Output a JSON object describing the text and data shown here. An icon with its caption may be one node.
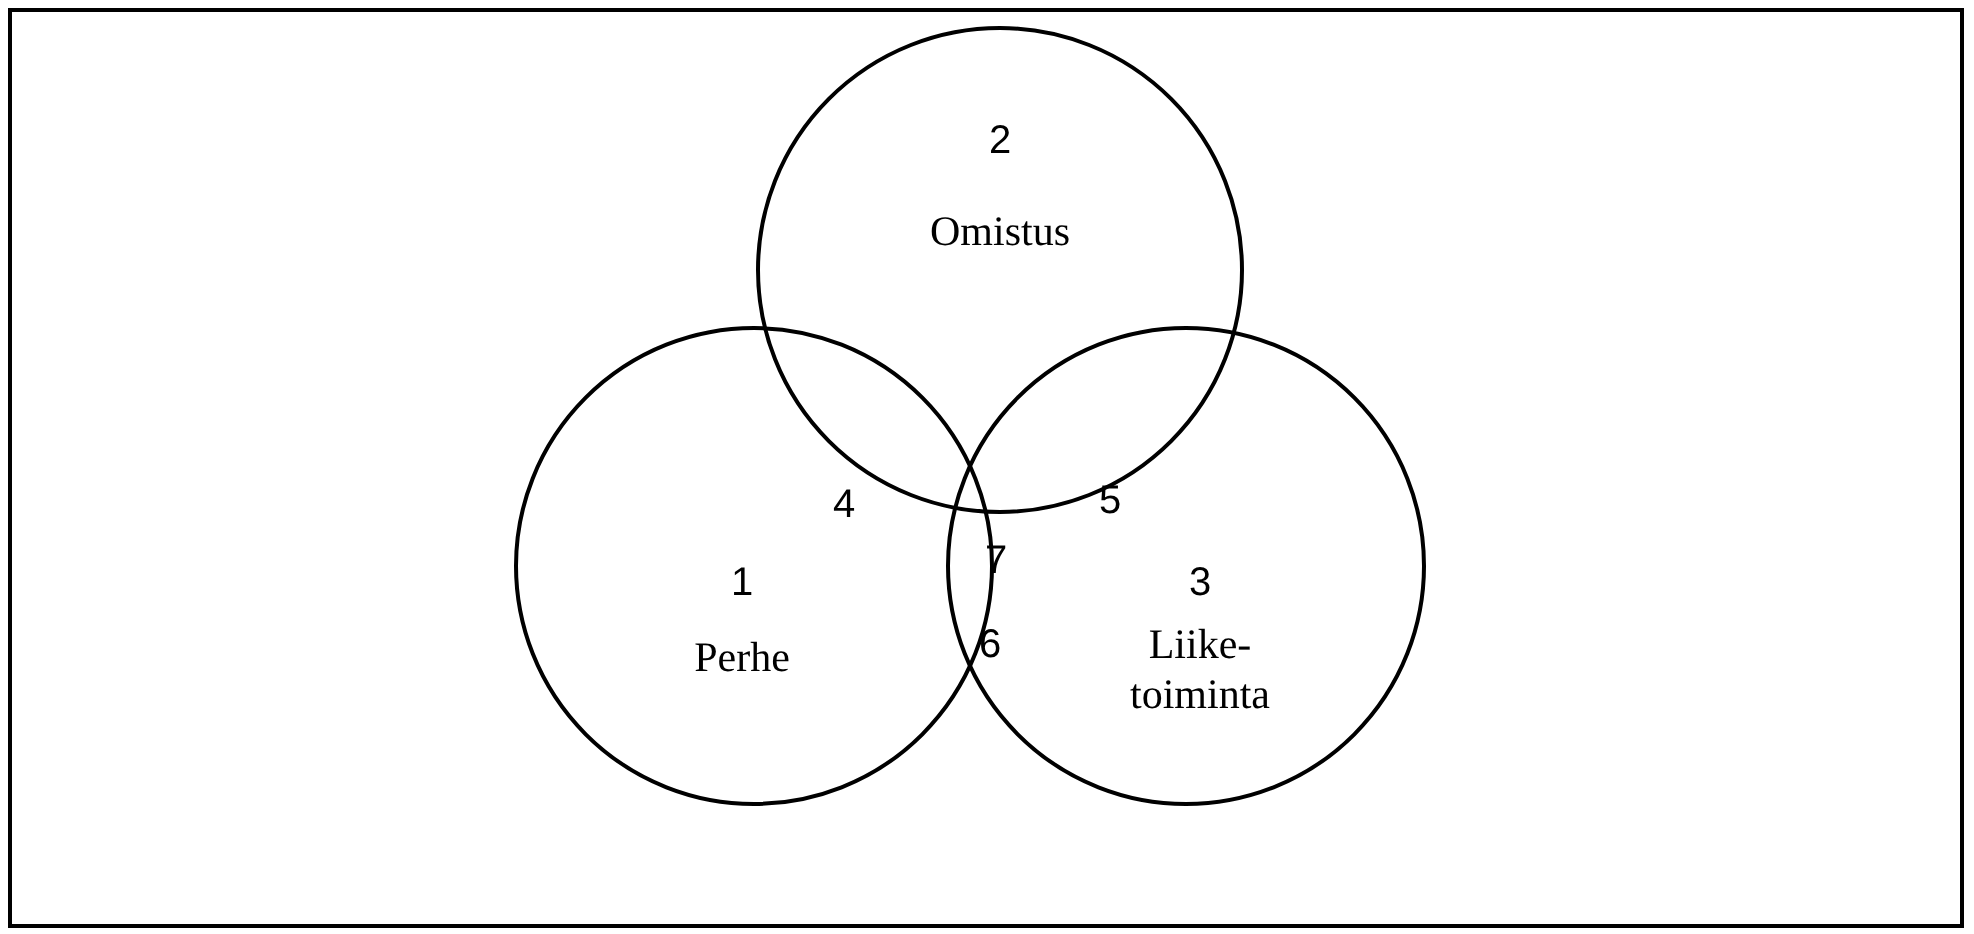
{
  "diagram": {
    "nodes": [
      {
        "text": [
          "2",
          "Omistus"
        ]
      },
      {
        "text": [
          "1",
          "Perhe"
        ]
      },
      {
        "text": [
          "3",
          "Liike- toiminta"
        ]
      }
    ],
    "labels": [
      "4",
      "5",
      "7",
      "6"
    ]
  }
}
